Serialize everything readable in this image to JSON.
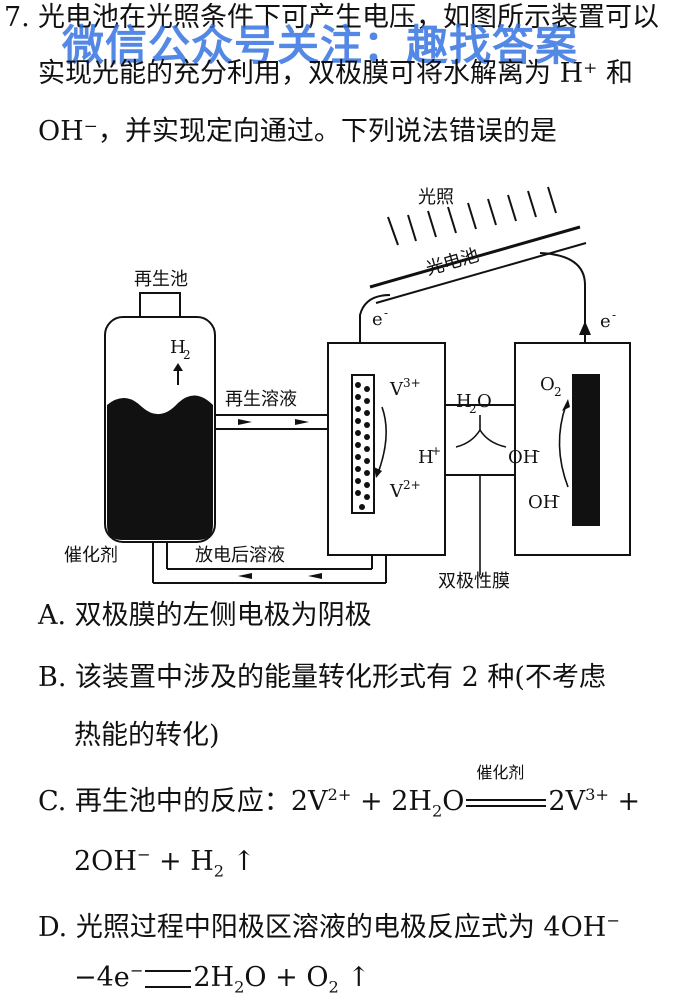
{
  "question": {
    "number": "7.",
    "stem_line1": "光电池在光照条件下可产生电压，如图所示装置可以",
    "stem_line2": "实现光能的充分利用，双极膜可将水解离为 H⁺ 和",
    "stem_line3": "OH⁻，并实现定向通过。下列说法错误的是"
  },
  "watermark": "微信公众号关注：趣找答案",
  "diagram": {
    "light_label": "光照",
    "cell_label": "光电池",
    "regen_tank_label": "再生池",
    "h2_label": "H",
    "h2_sub": "2",
    "regen_solution_label": "再生溶液",
    "catalyst_label": "催化剂",
    "discharged_solution_label": "放电后溶液",
    "electron_left": "e",
    "electron_right": "e",
    "electron_sup": "-",
    "v3_label": "V",
    "v3_sup": "3+",
    "v2_label": "V",
    "v2_sup": "2+",
    "h2o_label": "H",
    "h2o_mid": "2",
    "h2o_end": "O",
    "h_plus": "H",
    "h_plus_sup": "+",
    "oh_right": "OH",
    "oh_sup": "-",
    "oh_bottom": "OH",
    "o2_label": "O",
    "o2_sub": "2",
    "membrane_label": "双极性膜"
  },
  "options": {
    "a": "A. 双极膜的左侧电极为阴极",
    "b_line1": "B. 该装置中涉及的能量转化形式有 2 种(不考虑",
    "b_line2": "热能的转化)",
    "c_line1_prefix": "C. 再生池中的反应：2V",
    "c_line1_sup": "2+",
    "c_line1_mid": " + 2H",
    "c_line1_sub": "2",
    "c_line1_o": "O",
    "c_condition": "催化剂",
    "c_line1_suffix1": "2V",
    "c_line1_sup2": "3+",
    "c_line1_suffix2": " +",
    "c_line2_prefix": "2OH",
    "c_line2_sup": "−",
    "c_line2_mid": " + H",
    "c_line2_sub": "2",
    "c_line2_end": " ↑",
    "d_line1_prefix": "D. 光照过程中阳极区溶液的电极反应式为 4OH",
    "d_line1_sup": "−",
    "d_line2_prefix": "−4e",
    "d_line2_sup": "−",
    "d_line2_mid": "2H",
    "d_line2_sub1": "2",
    "d_line2_o": "O + O",
    "d_line2_sub2": "2",
    "d_line2_end": " ↑"
  }
}
